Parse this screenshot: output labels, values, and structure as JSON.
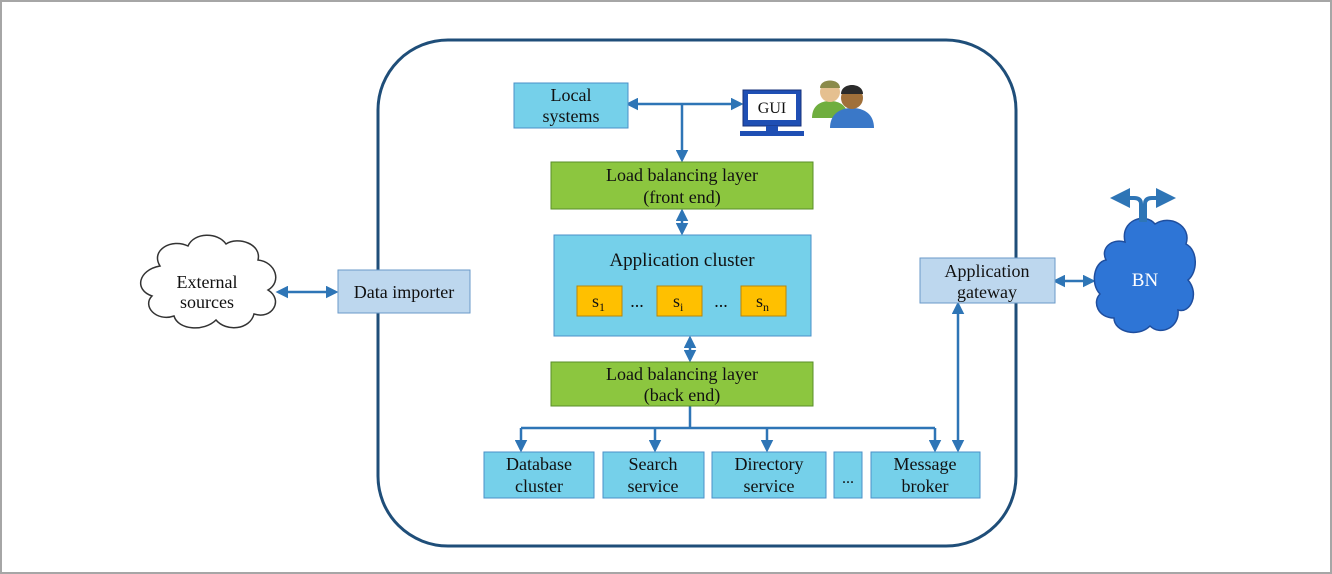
{
  "colors": {
    "light_blue": "#bdd7ee",
    "cyan": "#75d0ea",
    "green": "#8cc63f",
    "orange": "#ffc000",
    "arrow": "#2e75b6",
    "boundary": "#1f4e79",
    "bn_cloud": "#2e75d6"
  },
  "boxes": {
    "local_systems": [
      "Local",
      "systems"
    ],
    "lb_front": [
      "Load balancing layer",
      "(front end)"
    ],
    "app_cluster": "Application cluster",
    "server_first": "s",
    "server_first_sub": "1",
    "server_mid": "s",
    "server_mid_sub": "i",
    "server_last": "s",
    "server_last_sub": "n",
    "ellipsis": "...",
    "lb_back": [
      "Load balancing layer",
      "(back end)"
    ],
    "database": [
      "Database",
      "cluster"
    ],
    "search": [
      "Search",
      "service"
    ],
    "directory": [
      "Directory",
      "service"
    ],
    "more": "...",
    "broker": [
      "Message",
      "broker"
    ],
    "importer": "Data importer",
    "gateway": [
      "Application",
      "gateway"
    ]
  },
  "external": [
    "External",
    "sources"
  ],
  "gui_label": "GUI",
  "bn_label": "BN",
  "icons": [
    "computer-monitor-icon",
    "users-icon",
    "cloud-icon",
    "network-cloud-icon"
  ]
}
